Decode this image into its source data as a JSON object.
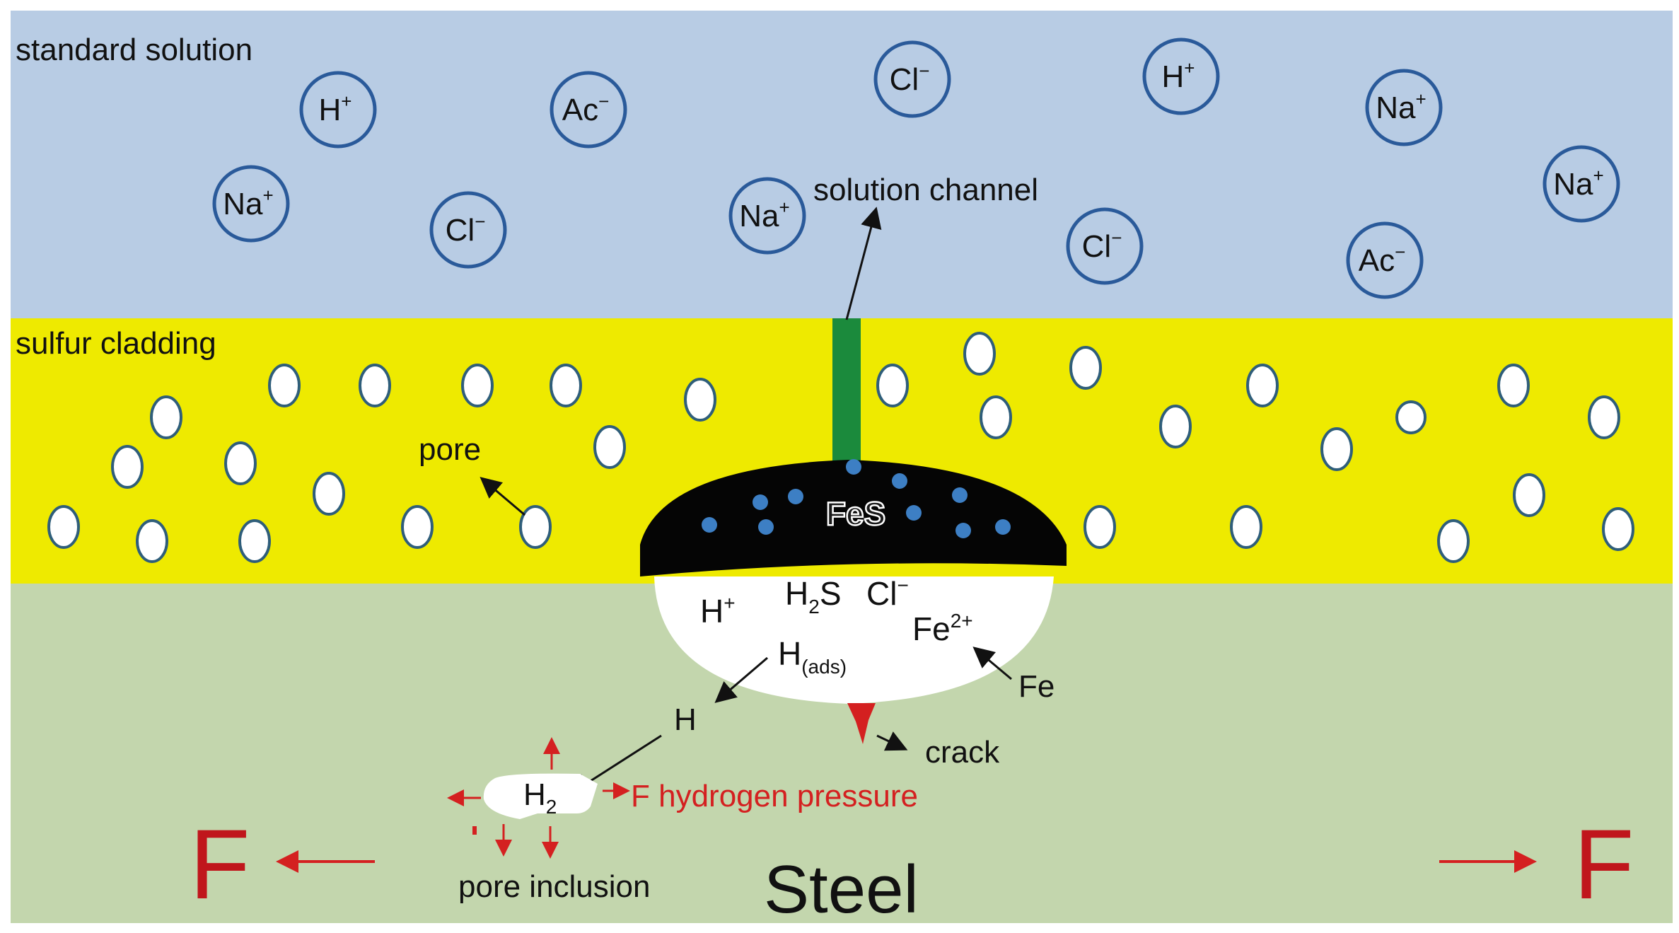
{
  "layers": {
    "solution": {
      "label": "standard solution",
      "color": "#b8cce4"
    },
    "cladding": {
      "label": "sulfur cladding",
      "color": "#eeea00"
    },
    "steel": {
      "label": "Steel",
      "color": "#c3d6ad"
    }
  },
  "ions": [
    {
      "base": "H",
      "sup": "+"
    },
    {
      "base": "Ac",
      "sup": "−"
    },
    {
      "base": "Cl",
      "sup": "−"
    },
    {
      "base": "H",
      "sup": "+"
    },
    {
      "base": "Na",
      "sup": "+"
    },
    {
      "base": "Na",
      "sup": "+"
    },
    {
      "base": "Cl",
      "sup": "−"
    },
    {
      "base": "Na",
      "sup": "+"
    },
    {
      "base": "Cl",
      "sup": "−"
    },
    {
      "base": "Ac",
      "sup": "−"
    },
    {
      "base": "Na",
      "sup": "+"
    }
  ],
  "labels": {
    "solution_channel": "solution channel",
    "pore": "pore",
    "fes": "FeS",
    "crack": "crack",
    "fe": "Fe",
    "h": "H",
    "hydrogen_pressure": "F hydrogen pressure",
    "pore_inclusion": "pore inclusion",
    "force": "F"
  },
  "pit_species": {
    "h_plus": {
      "base": "H",
      "sup": "+"
    },
    "h2s": {
      "base": "H",
      "sub": "2",
      "rest": "S"
    },
    "cl": {
      "base": "Cl",
      "sup": "−"
    },
    "fe2": {
      "base": "Fe",
      "sup": "2+"
    },
    "h_ads": {
      "base": "H",
      "sub": "(ads)"
    }
  },
  "h2": {
    "base": "H",
    "sub": "2"
  },
  "colors": {
    "ion_ring": "#2a5a9a",
    "pore_ring": "#2f5e7a",
    "channel": "#1b8a3c",
    "fes": "#050505",
    "fes_dots": "#3d7fc4",
    "red": "#d42020",
    "arrow": "#111111"
  }
}
